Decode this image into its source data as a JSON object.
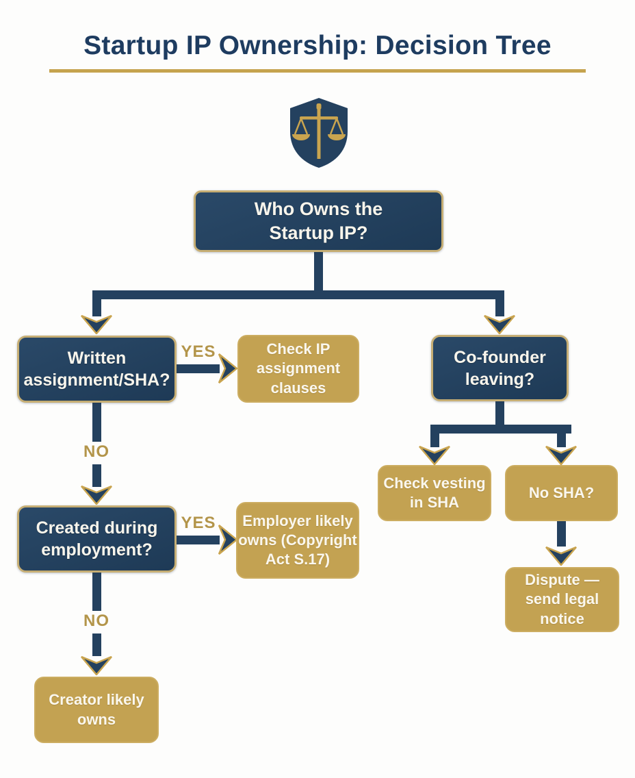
{
  "title": "Startup IP Ownership: Decision Tree",
  "icon": "scales-of-justice-shield-icon",
  "colors": {
    "navy": "#223f5c",
    "gold": "#c3a252",
    "gold_label": "#b3954a",
    "border_gold": "#c6ae74",
    "title_text": "#1e3c60",
    "box_text": "#f8f5ec",
    "background": "#fdfdfc"
  },
  "nodes": {
    "root": {
      "label": "Who Owns the\nStartup IP?",
      "type": "decision"
    },
    "written": {
      "label": "Written\nassignment/SHA?",
      "type": "decision"
    },
    "check_ip": {
      "label": "Check IP\nassignment\nclauses",
      "type": "outcome"
    },
    "cofounder": {
      "label": "Co-founder\nleaving?",
      "type": "decision"
    },
    "created": {
      "label": "Created during\nemployment?",
      "type": "decision"
    },
    "employer": {
      "label": "Employer likely\nowns (Copyright\nAct S.17)",
      "type": "outcome"
    },
    "creator": {
      "label": "Creator likely\nowns",
      "type": "outcome"
    },
    "vesting": {
      "label": "Check vesting\nin SHA",
      "type": "outcome"
    },
    "no_sha": {
      "label": "No SHA?",
      "type": "outcome"
    },
    "dispute": {
      "label": "Dispute —\nsend legal\nnotice",
      "type": "outcome"
    }
  },
  "edge_labels": {
    "yes": "YES",
    "no": "NO"
  }
}
